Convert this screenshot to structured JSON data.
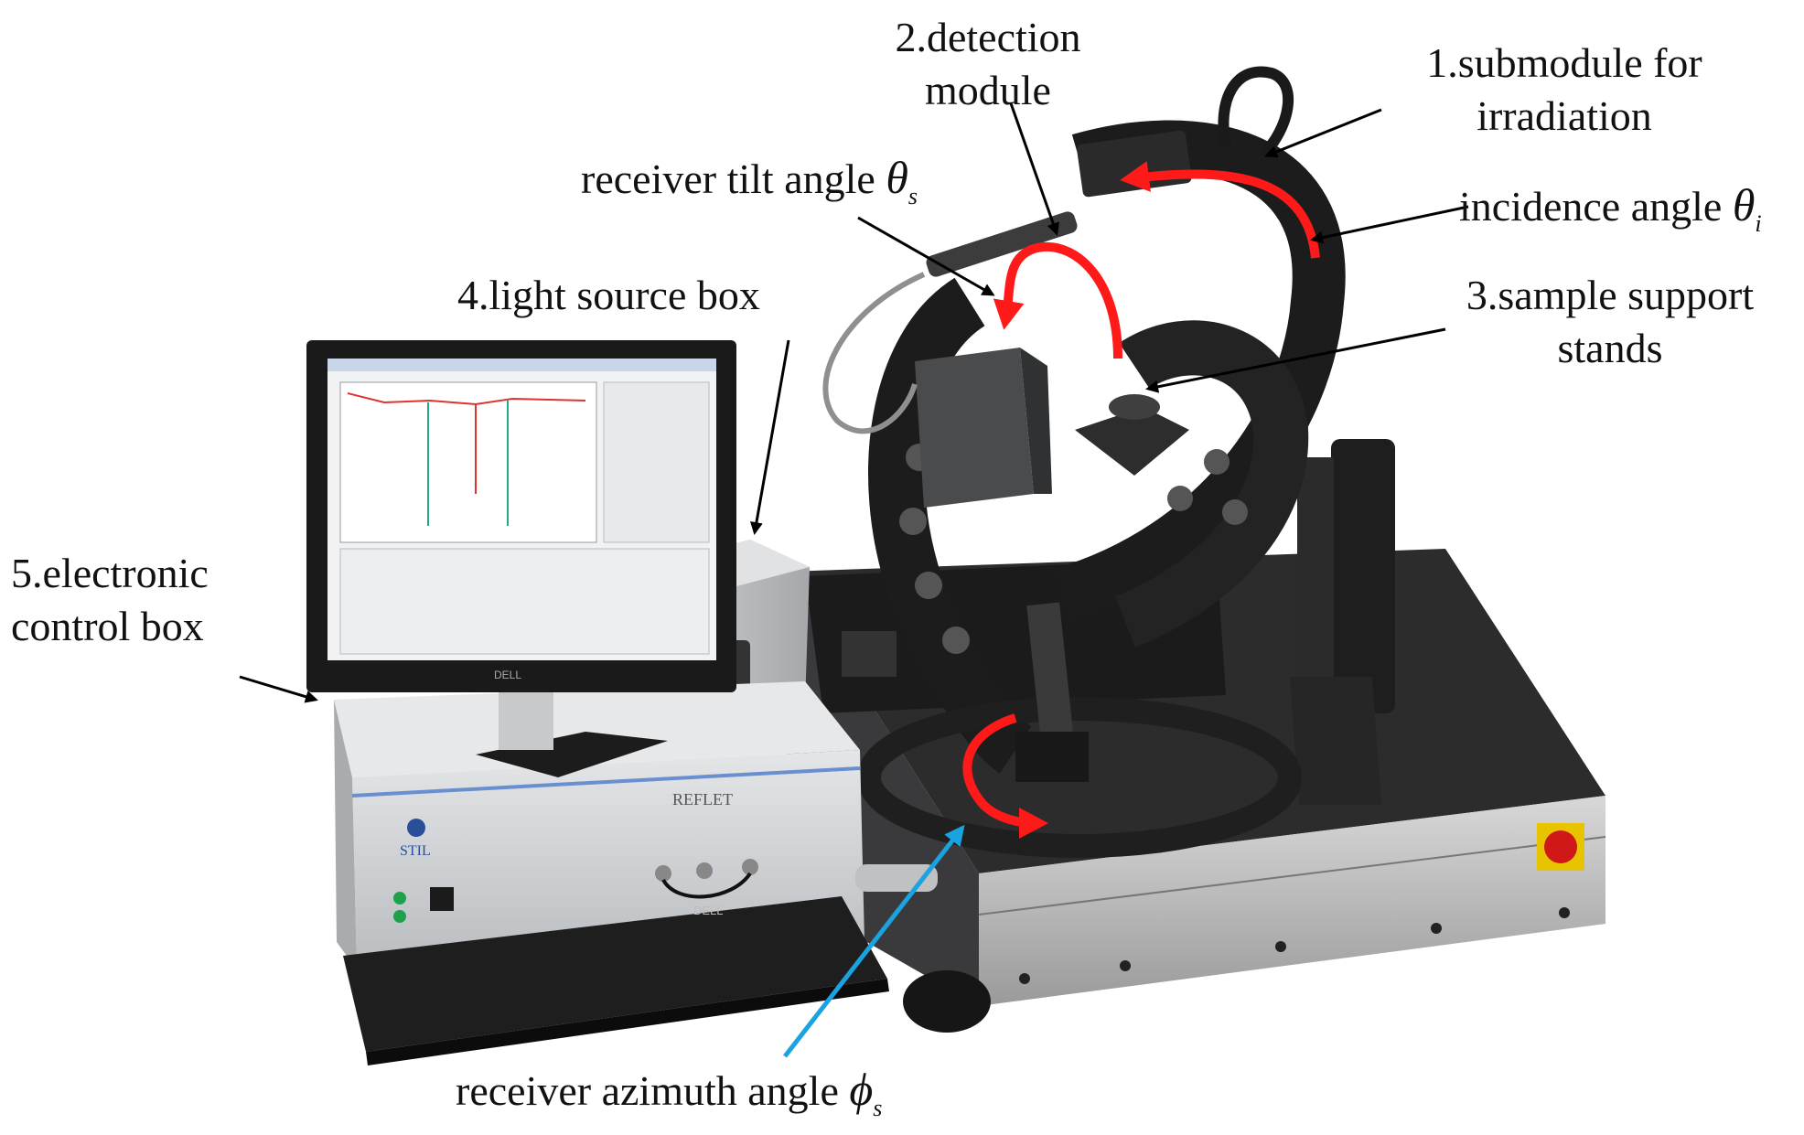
{
  "labels": {
    "detection_module": {
      "line1": "2.detection",
      "line2": "module"
    },
    "submodule_irradiation": {
      "line1": "1.submodule for",
      "line2": "irradiation"
    },
    "receiver_tilt": {
      "text": "receiver tilt angle",
      "symbol": "θ",
      "sub": "s"
    },
    "incidence": {
      "text": "incidence angle",
      "symbol": "θ",
      "sub": "i"
    },
    "light_source_box": {
      "text": "4.light source box"
    },
    "sample_support": {
      "line1": "3.sample support",
      "line2": "stands"
    },
    "electronic_control": {
      "line1": "5.electronic",
      "line2": "control box"
    },
    "receiver_azimuth": {
      "text": "receiver azimuth angle",
      "symbol": "ϕ",
      "sub": "s"
    }
  },
  "device_text": {
    "brand_panel": "REFLET",
    "maker": "STIL",
    "monitor_brand": "DELL",
    "keyboard_brand": "DELL"
  },
  "colors": {
    "rotation_arrow": "#ff1a1a",
    "azimuth_pointer": "#1aa3e0",
    "annotation_arrow": "#000000"
  }
}
